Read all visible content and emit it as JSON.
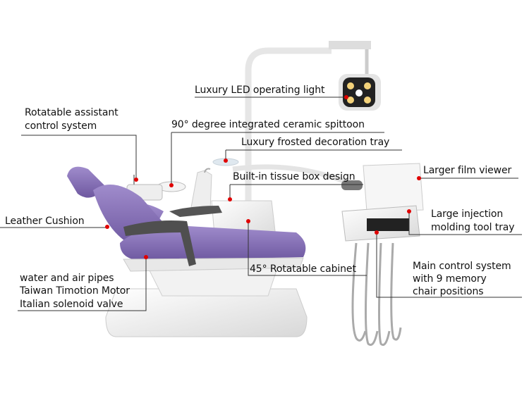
{
  "title": "Dental chair unit feature diagram",
  "labels": {
    "led_light": "Luxury LED operating light",
    "assistant_1": "Rotatable assistant",
    "assistant_2": "control system",
    "spittoon": "90°  degree integrated ceramic spittoon",
    "decoration_tray": "Luxury frosted decoration tray",
    "tissue_box": "Built-in tissue box design",
    "film_viewer": "Larger film viewer",
    "cushion": "Leather Cushion",
    "tool_tray_1": "Large injection",
    "tool_tray_2": "molding tool tray",
    "control_1": "Main control system",
    "control_2": "with 9 memory",
    "control_3": "chair positions",
    "cabinet": "45° Rotatable cabinet",
    "pipes_1": "water and air pipes",
    "pipes_2": "Taiwan Timotion Motor",
    "pipes_3": "Italian solenoid valve"
  },
  "colors": {
    "marker": "#e00000",
    "upholstery": "#8c74b8",
    "body": "#eeeeee",
    "armrest": "#5a5a5a"
  }
}
